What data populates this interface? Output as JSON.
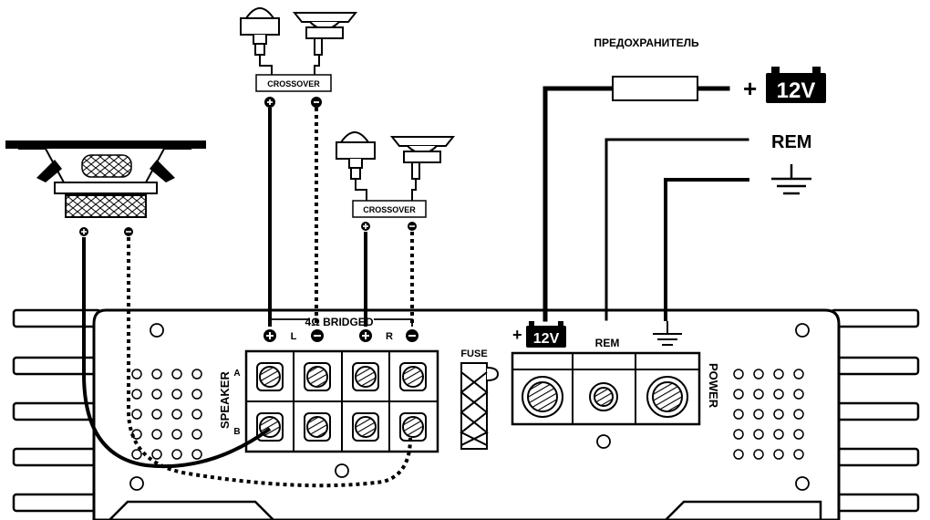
{
  "labels": {
    "fuse_top": "ПРЕДОХРАНИТЕЛЬ",
    "battery_plus": "+",
    "battery": "12V",
    "rem_top": "REM",
    "crossover": "CROSSOVER",
    "bridged": "4Ω BRIDGED",
    "channel_l": "L",
    "channel_r": "R",
    "speaker": "SPEAKER",
    "row_a": "A",
    "row_b": "B",
    "fuse": "FUSE",
    "power": "POWER",
    "rem_terminal": "REM",
    "plus_12v": "+",
    "terminal_12v": "12V"
  },
  "colors": {
    "line": "#000000",
    "paper": "#ffffff"
  },
  "icons": [
    "ground-icon",
    "battery-icon",
    "plus-terminal-icon",
    "minus-terminal-icon",
    "speaker-icon",
    "tweeter-icon"
  ]
}
